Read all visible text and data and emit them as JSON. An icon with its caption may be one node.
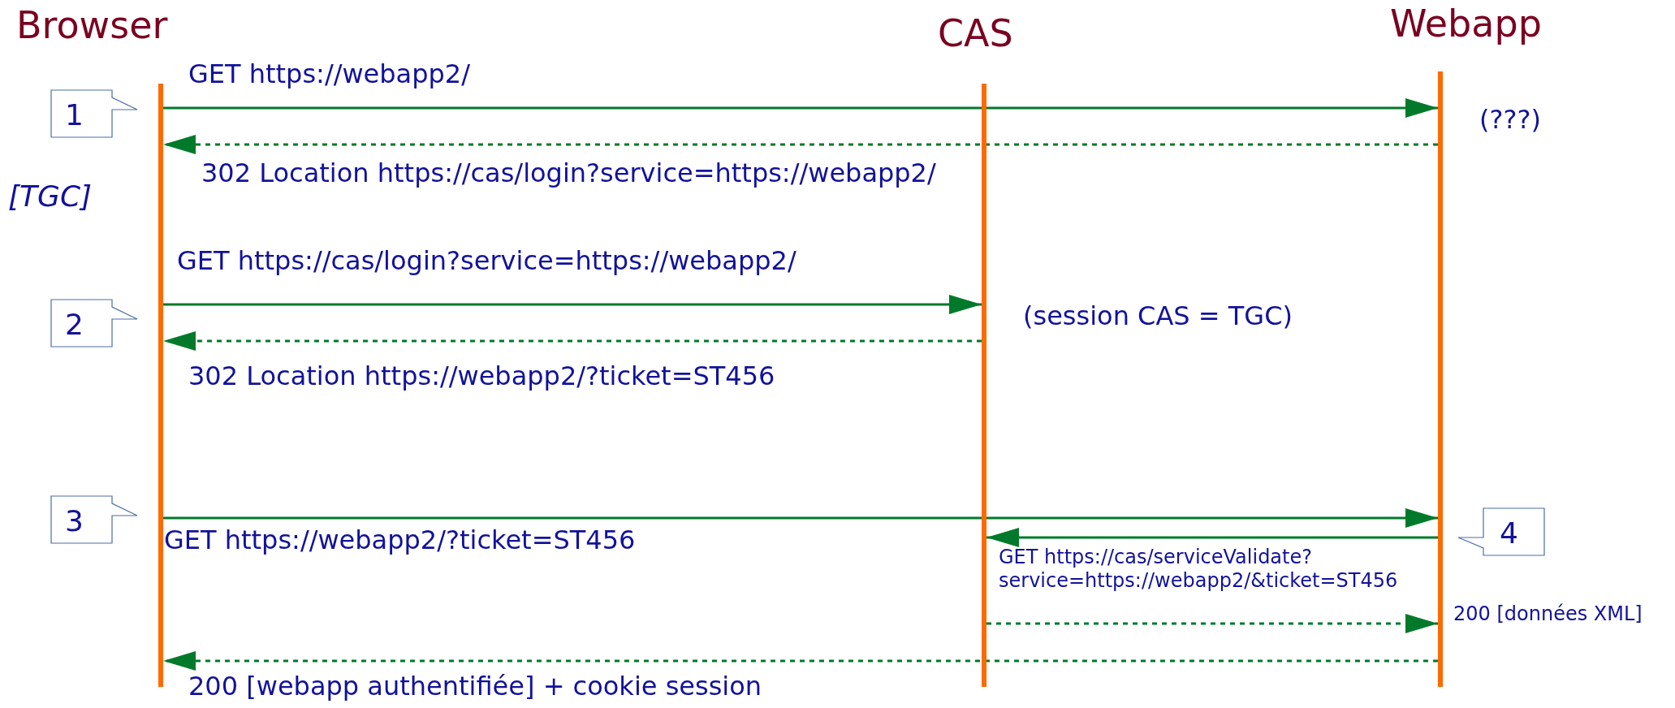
{
  "diagram": {
    "nodes": [
      {
        "text": [
          "Browser"
        ]
      },
      {
        "text": [
          "CAS"
        ]
      },
      {
        "text": [
          "Webapp"
        ]
      },
      {
        "text": [
          "1"
        ]
      },
      {
        "text": [
          "2"
        ]
      },
      {
        "text": [
          "3"
        ]
      },
      {
        "text": [
          "4"
        ]
      }
    ],
    "edges": [
      {
        "from": 0,
        "to": 2,
        "arrow": "to",
        "label": "GET https://webapp2/"
      },
      {
        "from": 2,
        "to": 0,
        "arrow": "to",
        "style": "dashed",
        "label": "302 Location https://cas/login?service=https://webapp2/"
      },
      {
        "from": 0,
        "to": 1,
        "arrow": "to",
        "label": "GET https://cas/login?service=https://webapp2/"
      },
      {
        "from": 1,
        "to": 0,
        "arrow": "to",
        "style": "dashed",
        "label": "302 Location https://webapp2/?ticket=ST456"
      },
      {
        "from": 0,
        "to": 2,
        "arrow": "to",
        "label": "GET https://webapp2/?ticket=ST456"
      },
      {
        "from": 2,
        "to": 1,
        "arrow": "to",
        "label": "GET https://cas/serviceValidate? service=https://webapp2/&ticket=ST456"
      },
      {
        "from": 1,
        "to": 2,
        "arrow": "to",
        "style": "dashed",
        "label": "200 [données XML]"
      },
      {
        "from": 2,
        "to": 0,
        "arrow": "to",
        "style": "dashed",
        "label": "200 [webapp authentifiée] + cookie session"
      }
    ],
    "labels": [
      "(???)",
      "[TGC]",
      "(session CAS = TGC)"
    ]
  }
}
